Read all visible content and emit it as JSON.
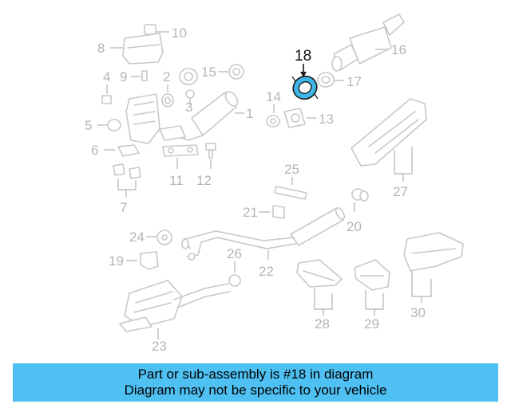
{
  "highlight": {
    "part": "18",
    "color": "#3fb6e8"
  },
  "callouts": [
    "10",
    "8",
    "16",
    "4",
    "9",
    "2",
    "15",
    "18",
    "17",
    "1",
    "3",
    "14",
    "13",
    "5",
    "6",
    "11",
    "12",
    "7",
    "25",
    "27",
    "21",
    "20",
    "22",
    "24",
    "26",
    "19",
    "23",
    "28",
    "29",
    "30"
  ],
  "banner": {
    "line1": "Part or sub-assembly is #18 in diagram",
    "line2": "Diagram may not be specific to your vehicle",
    "background": "#4ec0f2"
  }
}
